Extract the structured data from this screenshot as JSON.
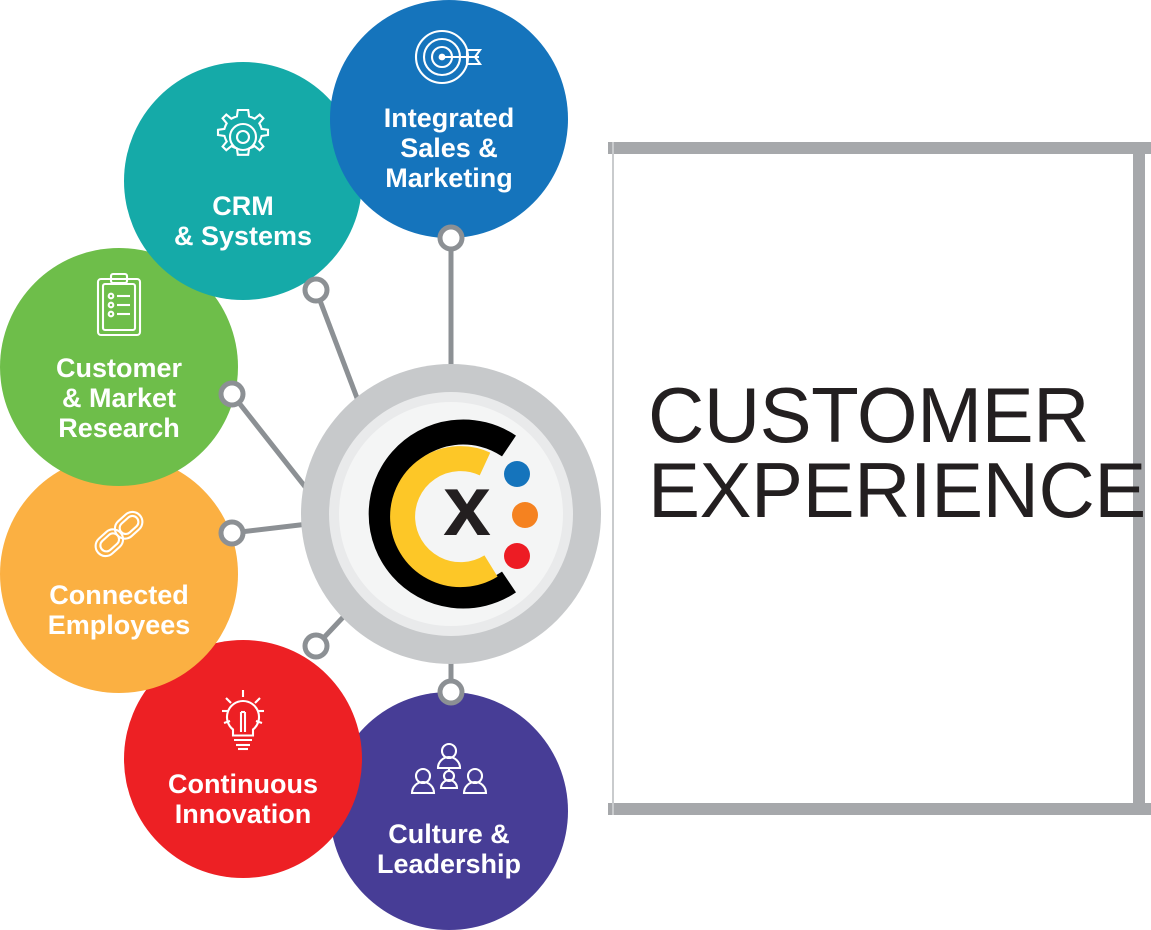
{
  "headline": {
    "line1": "CUSTOMER",
    "line2": "EXPERIENCE"
  },
  "hub": {
    "logo_name": "cx-logo",
    "letter": "x",
    "colors": {
      "arc_outer": "#000000",
      "arc_inner": "#FDC727",
      "dot_blue": "#1574BC",
      "dot_orange": "#F58220",
      "dot_red": "#ED1C24",
      "ring_outer": "#C7C9CB",
      "ring_mid": "#E9EAEB",
      "ring_inner": "#F4F5F5"
    }
  },
  "frame": {
    "color": "#A6A8AB"
  },
  "connector": {
    "line_color": "#8C9094",
    "node_fill": "#FFFFFF",
    "node_stroke": "#8C9094"
  },
  "nodes": [
    {
      "id": "integrated-sales-marketing",
      "label": "Integrated\nSales &\nMarketing",
      "icon": "target-arrow-icon",
      "color": "#1574BC"
    },
    {
      "id": "crm-systems",
      "label": "CRM\n& Systems",
      "icon": "gear-icon",
      "color": "#15AAA8"
    },
    {
      "id": "customer-market-research",
      "label": "Customer\n& Market\nResearch",
      "icon": "clipboard-checklist-icon",
      "color": "#6EBE4A"
    },
    {
      "id": "connected-employees",
      "label": "Connected\nEmployees",
      "icon": "chain-link-icon",
      "color": "#FBB042"
    },
    {
      "id": "continuous-innovation",
      "label": "Continuous\nInnovation",
      "icon": "lightbulb-icon",
      "color": "#ED2024"
    },
    {
      "id": "culture-leadership",
      "label": "Culture &\nLeadership",
      "icon": "team-org-icon",
      "color": "#473D96"
    }
  ]
}
